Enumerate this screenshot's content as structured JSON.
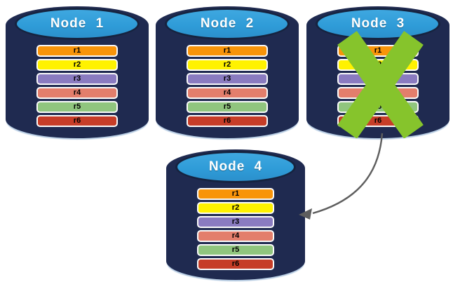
{
  "diagram": {
    "type": "database-replication-failover",
    "colors": {
      "cylinder_body": "#1F2A50",
      "cylinder_top": "#2F9CD8",
      "cylinder_outline": "#16233F",
      "title_text": "#FFFFFF",
      "row_text": "#000000",
      "row_border": "#FBFBFB",
      "failure_x": "#86C42C",
      "arrow": "#5E5E5E",
      "background": "#FFFFFF"
    },
    "nodes": [
      {
        "id": "node-1",
        "label": "Node 1",
        "failed": false,
        "rows": [
          {
            "label": "r1",
            "color": "#F8940A"
          },
          {
            "label": "r2",
            "color": "#FFF200"
          },
          {
            "label": "r3",
            "color": "#8A7BC0"
          },
          {
            "label": "r4",
            "color": "#E37E6C"
          },
          {
            "label": "r5",
            "color": "#90C57E"
          },
          {
            "label": "r6",
            "color": "#C63D28"
          }
        ]
      },
      {
        "id": "node-2",
        "label": "Node 2",
        "failed": false,
        "rows": [
          {
            "label": "r1",
            "color": "#F8940A"
          },
          {
            "label": "r2",
            "color": "#FFF200"
          },
          {
            "label": "r3",
            "color": "#8A7BC0"
          },
          {
            "label": "r4",
            "color": "#E37E6C"
          },
          {
            "label": "r5",
            "color": "#90C57E"
          },
          {
            "label": "r6",
            "color": "#C63D28"
          }
        ]
      },
      {
        "id": "node-3",
        "label": "Node 3",
        "failed": true,
        "rows": [
          {
            "label": "r1",
            "color": "#F8940A"
          },
          {
            "label": "r2",
            "color": "#FFF200"
          },
          {
            "label": "r3",
            "color": "#8A7BC0"
          },
          {
            "label": "r4",
            "color": "#E37E6C"
          },
          {
            "label": "r5",
            "color": "#90C57E"
          },
          {
            "label": "r6",
            "color": "#C63D28"
          }
        ]
      },
      {
        "id": "node-4",
        "label": "Node 4",
        "failed": false,
        "rows": [
          {
            "label": "r1",
            "color": "#F8940A"
          },
          {
            "label": "r2",
            "color": "#FFF200"
          },
          {
            "label": "r3",
            "color": "#8A7BC0"
          },
          {
            "label": "r4",
            "color": "#E37E6C"
          },
          {
            "label": "r5",
            "color": "#90C57E"
          },
          {
            "label": "r6",
            "color": "#C63D28"
          }
        ]
      }
    ],
    "failure": {
      "node": "node-3",
      "mark": "x-icon",
      "color": "#86C42C"
    },
    "arrow": {
      "from": "node-3",
      "to": "node-4",
      "color": "#5E5E5E"
    }
  }
}
